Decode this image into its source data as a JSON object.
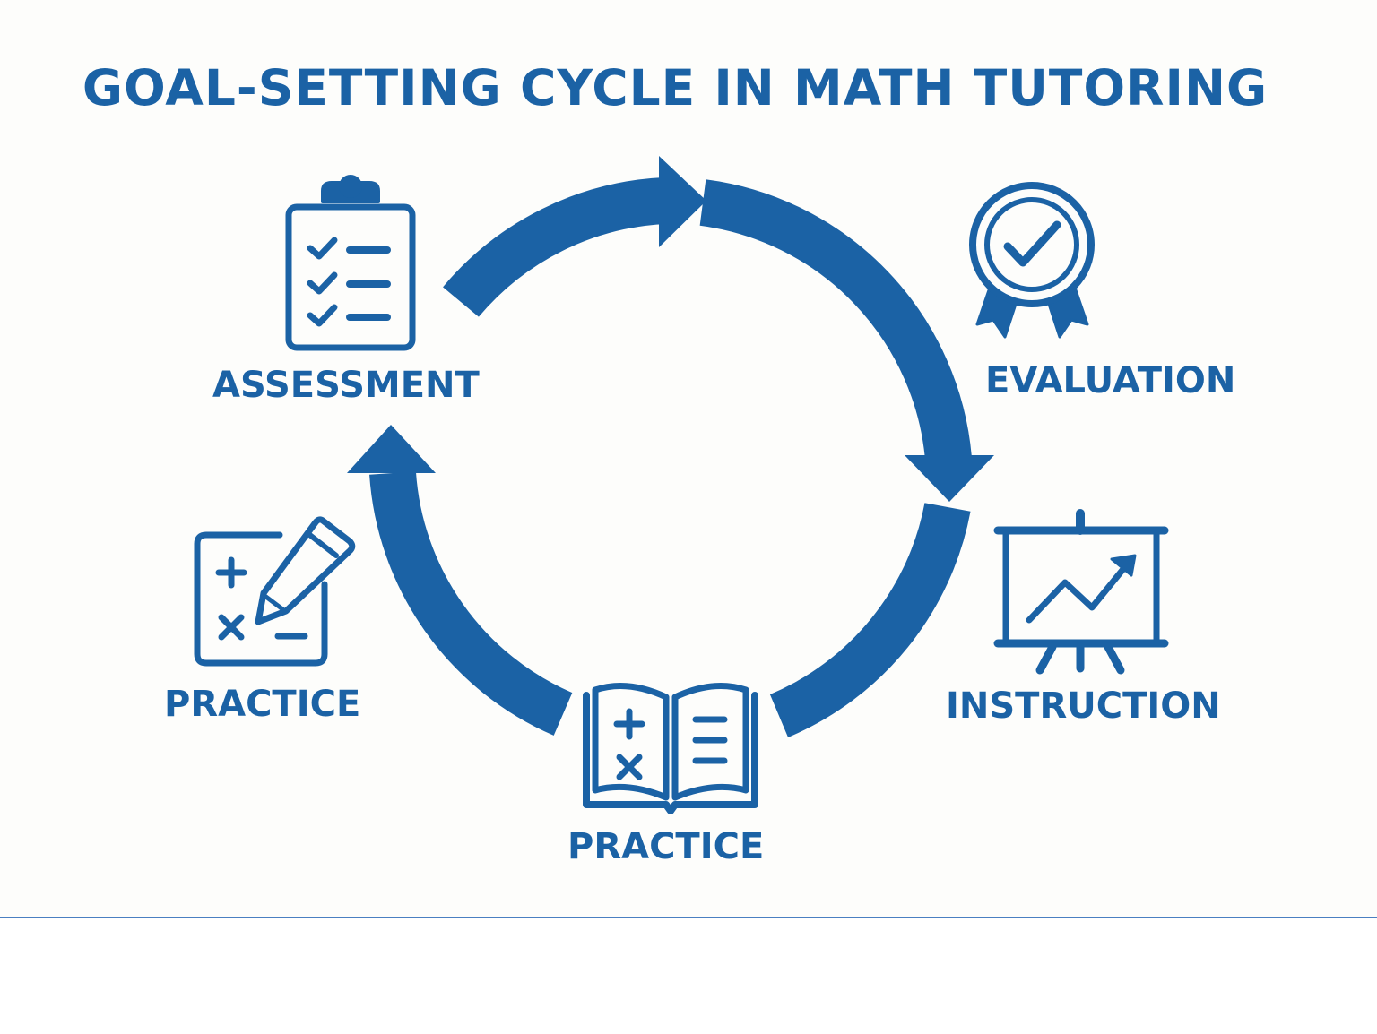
{
  "title": "GOAL-SETTING CYCLE IN MATH TUTORING",
  "colors": {
    "primary": "#1b62a5",
    "background": "#fdfdfb",
    "rule": "#4a7fc1"
  },
  "stages": [
    {
      "label": "ASSESSMENT",
      "icon": "clipboard-checklist-icon"
    },
    {
      "label": "EVALUATION",
      "icon": "award-ribbon-check-icon"
    },
    {
      "label": "INSTRUCTION",
      "icon": "presentation-board-chart-icon"
    },
    {
      "label": "PRACTICE",
      "icon": "open-book-math-icon"
    },
    {
      "label": "PRACTICE",
      "icon": "worksheet-pencil-icon"
    }
  ]
}
